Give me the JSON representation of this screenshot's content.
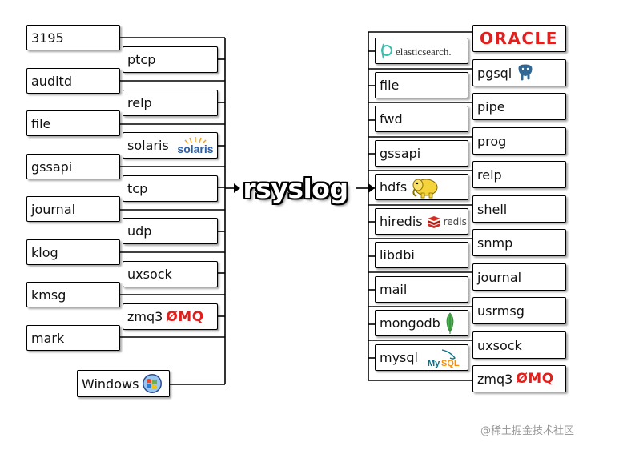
{
  "center": {
    "title": "rsyslog"
  },
  "inputs_left": [
    {
      "id": "3195",
      "label": "3195"
    },
    {
      "id": "auditd",
      "label": "auditd"
    },
    {
      "id": "file",
      "label": "file"
    },
    {
      "id": "gssapi",
      "label": "gssapi"
    },
    {
      "id": "journal",
      "label": "journal"
    },
    {
      "id": "klog",
      "label": "klog"
    },
    {
      "id": "kmsg",
      "label": "kmsg"
    },
    {
      "id": "mark",
      "label": "mark"
    }
  ],
  "inputs_right": [
    {
      "id": "ptcp",
      "label": "ptcp"
    },
    {
      "id": "relp",
      "label": "relp"
    },
    {
      "id": "solaris",
      "label": "solaris",
      "logo": "solaris-logo"
    },
    {
      "id": "tcp",
      "label": "tcp"
    },
    {
      "id": "udp",
      "label": "udp"
    },
    {
      "id": "uxsock",
      "label": "uxsock"
    },
    {
      "id": "zmq3",
      "label": "zmq3",
      "logo": "zeromq-logo"
    }
  ],
  "input_windows": {
    "label": "Windows",
    "logo": "windows-logo"
  },
  "outputs_left": [
    {
      "id": "elasticsearch",
      "label": "",
      "logo": "elasticsearch-logo"
    },
    {
      "id": "file",
      "label": "file"
    },
    {
      "id": "fwd",
      "label": "fwd"
    },
    {
      "id": "gssapi",
      "label": "gssapi"
    },
    {
      "id": "hdfs",
      "label": "hdfs",
      "logo": "hadoop-elephant-logo"
    },
    {
      "id": "hiredis",
      "label": "hiredis",
      "logo": "redis-logo"
    },
    {
      "id": "libdbi",
      "label": "libdbi"
    },
    {
      "id": "mail",
      "label": "mail"
    },
    {
      "id": "mongodb",
      "label": "mongodb",
      "logo": "mongodb-leaf-logo"
    },
    {
      "id": "mysql",
      "label": "mysql",
      "logo": "mysql-logo"
    }
  ],
  "outputs_right": [
    {
      "id": "oracle",
      "label": "",
      "logo": "oracle-logo"
    },
    {
      "id": "pgsql",
      "label": "pgsql",
      "logo": "postgresql-elephant-logo"
    },
    {
      "id": "pipe",
      "label": "pipe"
    },
    {
      "id": "prog",
      "label": "prog"
    },
    {
      "id": "relp",
      "label": "relp"
    },
    {
      "id": "shell",
      "label": "shell"
    },
    {
      "id": "snmp",
      "label": "snmp"
    },
    {
      "id": "journal",
      "label": "journal"
    },
    {
      "id": "usrmsg",
      "label": "usrmsg"
    },
    {
      "id": "uxsock",
      "label": "uxsock"
    },
    {
      "id": "zmq3",
      "label": "zmq3",
      "logo": "zeromq-logo"
    }
  ],
  "logo_text": {
    "elasticsearch": "elasticsearch.",
    "solaris": "solaris",
    "zeromq": "ØMQ",
    "redis": "redis",
    "mysql": "MySQL",
    "oracle": "ORACLE"
  },
  "colors": {
    "line": "#000000",
    "oracle_red": "#e1201d",
    "zeromq_red": "#e1201d",
    "solaris_orange": "#f39c12",
    "solaris_blue": "#2b5ea7",
    "hadoop_yellow": "#f5d33a",
    "redis_red": "#c6302b",
    "mongodb_green": "#4caf50",
    "mysql_blue": "#00758f",
    "mysql_orange": "#f29111",
    "postgres_blue": "#336791",
    "elastic_green": "#3cbeb1"
  },
  "watermark": {
    "text": "@稀土掘金技术社区"
  }
}
